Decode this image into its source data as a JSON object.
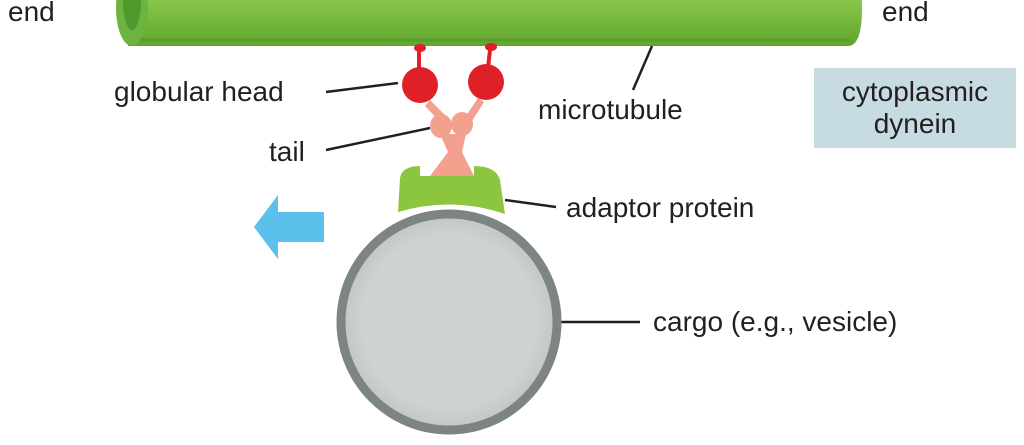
{
  "labels": {
    "end_left": "end",
    "end_right": "end",
    "globular_head": "globular head",
    "tail": "tail",
    "microtubule": "microtubule",
    "adaptor_protein": "adaptor protein",
    "cargo": "cargo (e.g., vesicle)"
  },
  "motor_box": {
    "line1": "cytoplasmic",
    "line2": "dynein"
  },
  "colors": {
    "microtubule": "#7fc241",
    "globular_head": "#e02027",
    "tail": "#f4a08e",
    "adaptor": "#8cc63f",
    "cargo_fill": "#c9cfcd",
    "cargo_edge": "#7d8583",
    "arrow": "#5bc0eb",
    "box": "#c7dbe2"
  },
  "motion_arrow": {
    "direction": "left",
    "icon": "arrow-left-icon"
  }
}
